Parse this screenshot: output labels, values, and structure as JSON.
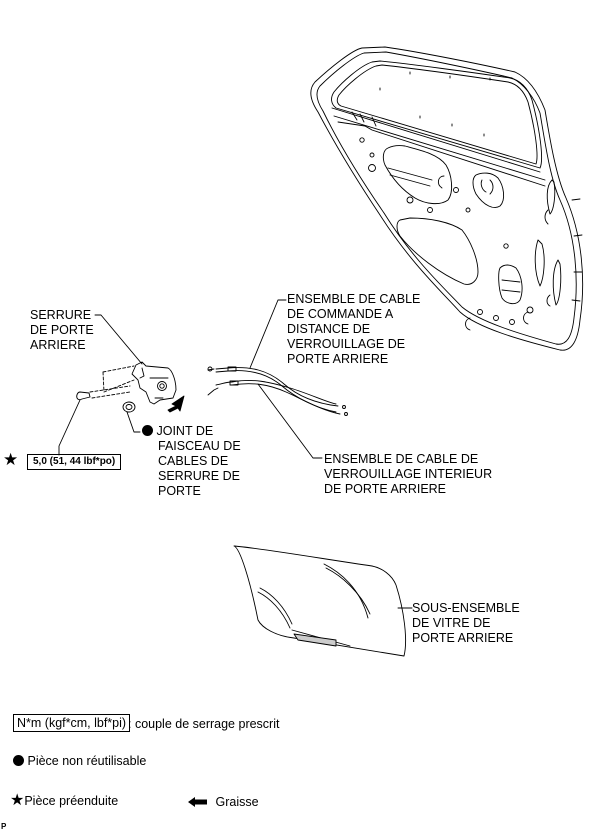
{
  "labels": {
    "lock": [
      "SERRURE",
      "DE PORTE",
      "ARRIERE"
    ],
    "remote_cable": [
      "ENSEMBLE DE CABLE",
      "DE COMMANDE A",
      "DISTANCE DE",
      "VERROUILLAGE DE",
      "PORTE ARRIERE"
    ],
    "inside_cable": [
      "ENSEMBLE DE CABLE DE",
      "VERROUILLAGE INTERIEUR",
      "DE PORTE ARRIERE"
    ],
    "grommet": [
      "JOINT DE",
      "FAISCEAU DE",
      "CABLES DE",
      "SERRURE DE",
      "PORTE"
    ],
    "glass": [
      "SOUS-ENSEMBLE",
      "DE VITRE DE",
      "PORTE ARRIERE"
    ]
  },
  "torque": {
    "value": "5,0 (51, 44 lbf*po)"
  },
  "legend": {
    "torque_unit": "N*m (kgf*cm, lbf*pi)",
    "torque_desc": ": couple de serrage prescrit",
    "non_reusable": "Pièce non réutilisable",
    "precoated": "Pièce préenduite",
    "grease": "Graisse"
  },
  "symbols": {
    "star": "★",
    "dot": "●"
  },
  "footer": {
    "code": "P"
  },
  "colors": {
    "ink": "#000000",
    "background": "#ffffff"
  }
}
